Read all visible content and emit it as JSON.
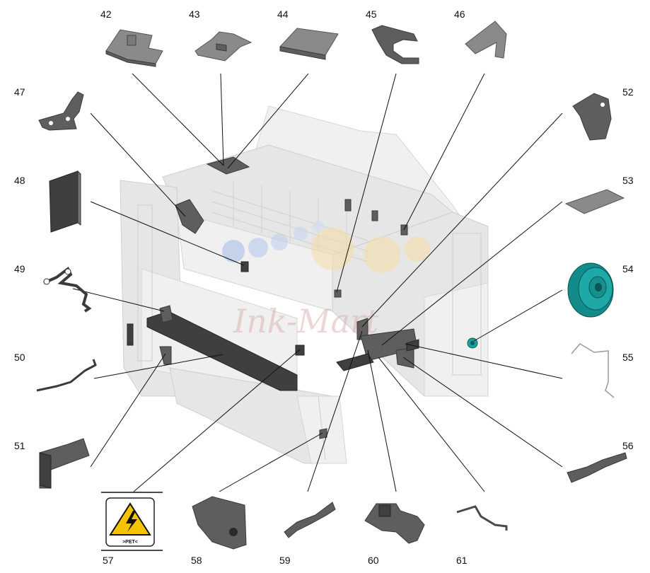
{
  "diagram": {
    "callouts": [
      {
        "id": "42",
        "label": "42"
      },
      {
        "id": "43",
        "label": "43"
      },
      {
        "id": "44",
        "label": "44"
      },
      {
        "id": "45",
        "label": "45"
      },
      {
        "id": "46",
        "label": "46"
      },
      {
        "id": "47",
        "label": "47"
      },
      {
        "id": "48",
        "label": "48"
      },
      {
        "id": "49",
        "label": "49"
      },
      {
        "id": "50",
        "label": "50"
      },
      {
        "id": "51",
        "label": "51"
      },
      {
        "id": "52",
        "label": "52"
      },
      {
        "id": "53",
        "label": "53"
      },
      {
        "id": "54",
        "label": "54"
      },
      {
        "id": "55",
        "label": "55"
      },
      {
        "id": "56",
        "label": "56"
      },
      {
        "id": "57",
        "label": "57"
      },
      {
        "id": "58",
        "label": "58"
      },
      {
        "id": "59",
        "label": "59"
      },
      {
        "id": "60",
        "label": "60"
      },
      {
        "id": "61",
        "label": "61"
      }
    ],
    "label_57_text": ">PET<",
    "watermark_text": "Ink-Mart",
    "colors": {
      "part_gray": "#5e5e5e",
      "gear_teal": "#1f9e9e",
      "warning_yellow": "#f5c400",
      "watermark": "#d9a6a6"
    }
  }
}
